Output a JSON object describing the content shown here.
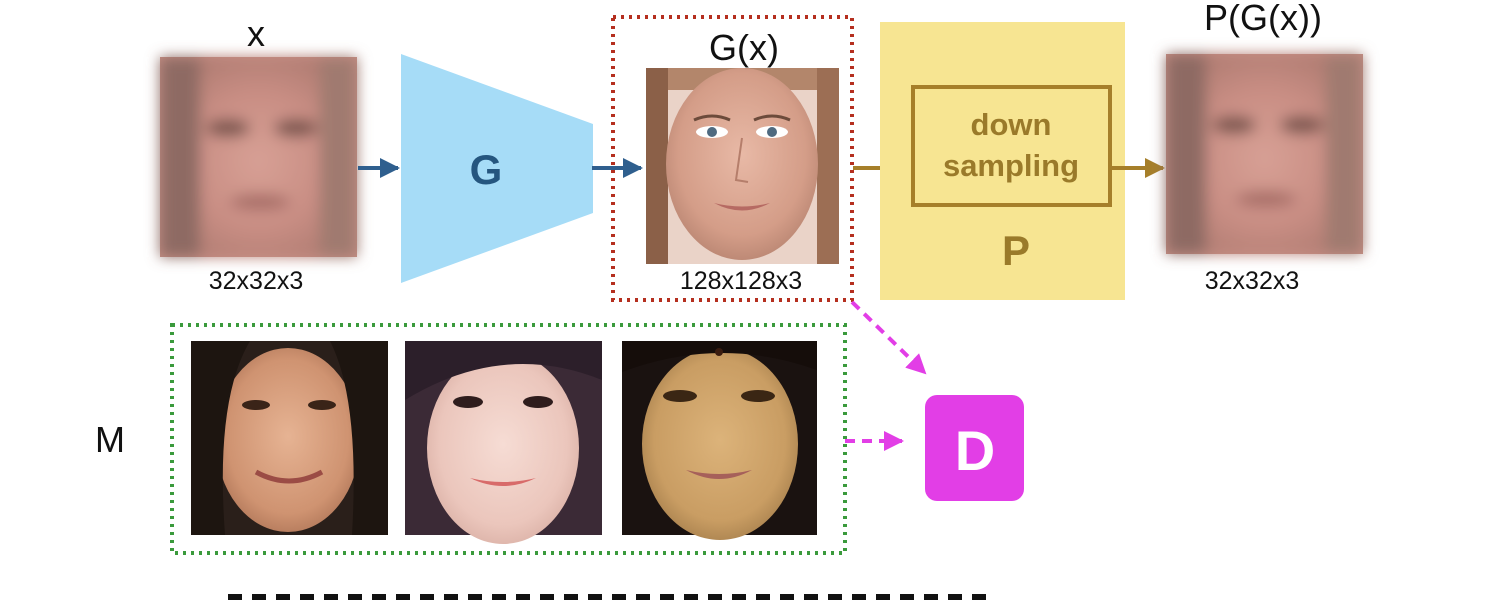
{
  "diagram": {
    "input": {
      "label": "x",
      "dims": "32x32x3"
    },
    "generator": {
      "label": "G"
    },
    "generated": {
      "label": "G(x)",
      "dims": "128x128x3"
    },
    "downsampler": {
      "label": "P",
      "box_line1": "down",
      "box_line2": "sampling"
    },
    "output": {
      "label": "P(G(x))",
      "dims": "32x32x3"
    },
    "real_set": {
      "label": "M"
    },
    "discriminator": {
      "label": "D"
    }
  },
  "colors": {
    "generator_fill": "#a6dcf7",
    "generator_text": "#25567f",
    "blue_arrow": "#2f5f8e",
    "gold_arrow": "#a67f2a",
    "downsample_fill": "#f7e592",
    "downsample_text": "#9a7a2a",
    "red_dotted": "#b52f1f",
    "green_dotted": "#3a9a3c",
    "magenta": "#e23ee6"
  },
  "icons": [
    "blurred-face-photo",
    "sharp-face-photo",
    "face-photo"
  ]
}
